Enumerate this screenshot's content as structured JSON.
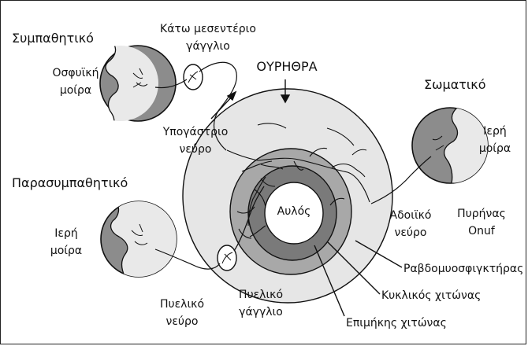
{
  "labels": {
    "sympathetic": "Συμπαθητικό",
    "inferior_ganglion_1": "Κάτω μεσεντέριο",
    "inferior_ganglion_2": "γάγγλιο",
    "urethra": "ΟΥΡΗΘΡΑ",
    "lumbar_1": "Οσφυϊκή",
    "lumbar_2": "μοίρα",
    "somatic": "Σωματικό",
    "sacral_right_1": "Ιερή",
    "sacral_right_2": "μοίρα",
    "hypogastric_1": "Υπογάστριο",
    "hypogastric_2": "νεύρο",
    "parasympathetic": "Παρασυμπαθητικό",
    "sacral_left_1": "Ιερή",
    "sacral_left_2": "μοίρα",
    "lumen": "Αυλός",
    "pudendal_1": "Αδοιϊκό",
    "pudendal_2": "νεύρο",
    "onuf_1": "Πυρήνας",
    "onuf_2": "Onuf",
    "rhabdosphincter": "Ραβδομυοσφιγκτήρας",
    "circular_layer": "Κυκλικός χιτώνας",
    "longitudinal_layer": "Επιμήκης χιτώνας",
    "pelvic_nerve_1": "Πυελικό",
    "pelvic_nerve_2": "νεύρο",
    "pelvic_ganglion_1": "Πυελικό",
    "pelvic_ganglion_2": "γάγγλιο"
  },
  "colors": {
    "outer_sphincter": "#e6e6e6",
    "circular_muscle": "#a8a8a8",
    "longitudinal_muscle": "#7a7a7a",
    "lumen": "#ffffff",
    "spinal_section": "#8c8c8c",
    "grey_matter": "#e9e9e9",
    "outline": "#111111"
  }
}
